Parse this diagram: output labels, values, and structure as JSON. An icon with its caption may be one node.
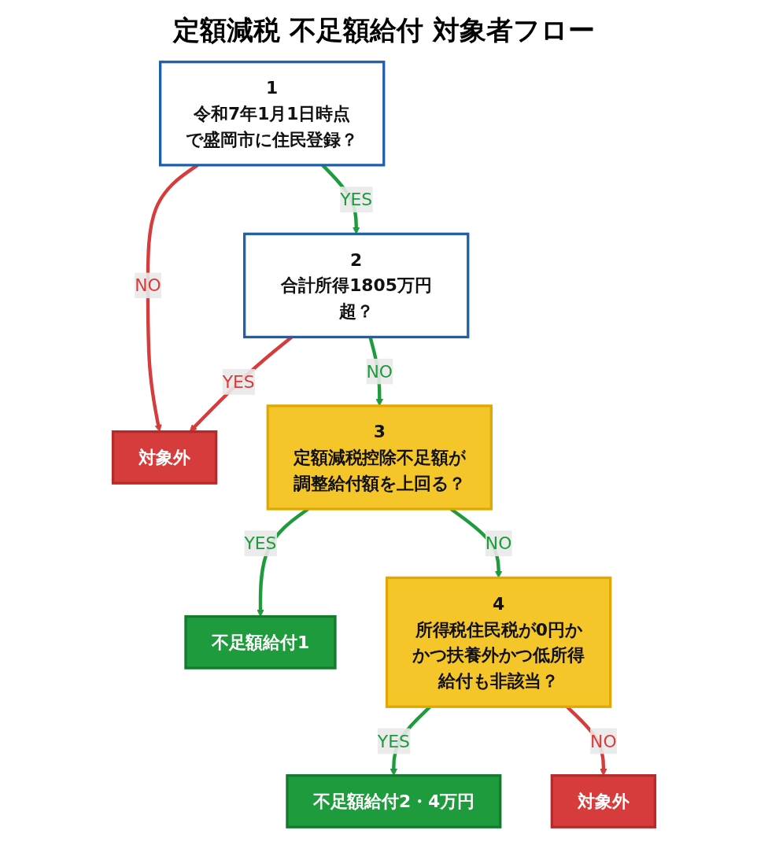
{
  "diagram": {
    "title": "定額減税 不足額給付 対象者フロー",
    "nodes": [
      {
        "text": [
          "1",
          "令和7年1月1日時点で盛岡市に住民登録？"
        ]
      },
      {
        "text": [
          "対象外"
        ]
      },
      {
        "text": [
          "2",
          "合計所得1805万円超？"
        ]
      },
      {
        "text": [
          "3",
          "定額減税控除不足額が調整給付額を上回る？"
        ]
      },
      {
        "text": [
          "不足額給付1"
        ]
      },
      {
        "text": [
          "4",
          "所得税住民税が0円かかつ扶養外かつ低所得給付も非該当？"
        ]
      },
      {
        "text": [
          "不足額給付2・4万円"
        ]
      },
      {
        "text": [
          "対象外"
        ]
      }
    ],
    "edges": [
      {
        "from": 0,
        "to": 1,
        "arrow": "to",
        "label": "NO",
        "color": "#d63c3c"
      },
      {
        "from": 0,
        "to": 2,
        "arrow": "to",
        "label": "YES"
      },
      {
        "from": 2,
        "to": 1,
        "arrow": "to",
        "label": "YES",
        "color": "#d63c3c"
      },
      {
        "from": 2,
        "to": 3,
        "arrow": "to",
        "label": "NO"
      },
      {
        "from": 3,
        "to": 4,
        "arrow": "to",
        "label": "YES"
      },
      {
        "from": 3,
        "to": 5,
        "arrow": "to",
        "label": "NO"
      },
      {
        "from": 5,
        "to": 6,
        "arrow": "to",
        "label": "YES"
      },
      {
        "from": 5,
        "to": 7,
        "arrow": "to",
        "label": "NO",
        "color": "#d63c3c"
      }
    ]
  }
}
